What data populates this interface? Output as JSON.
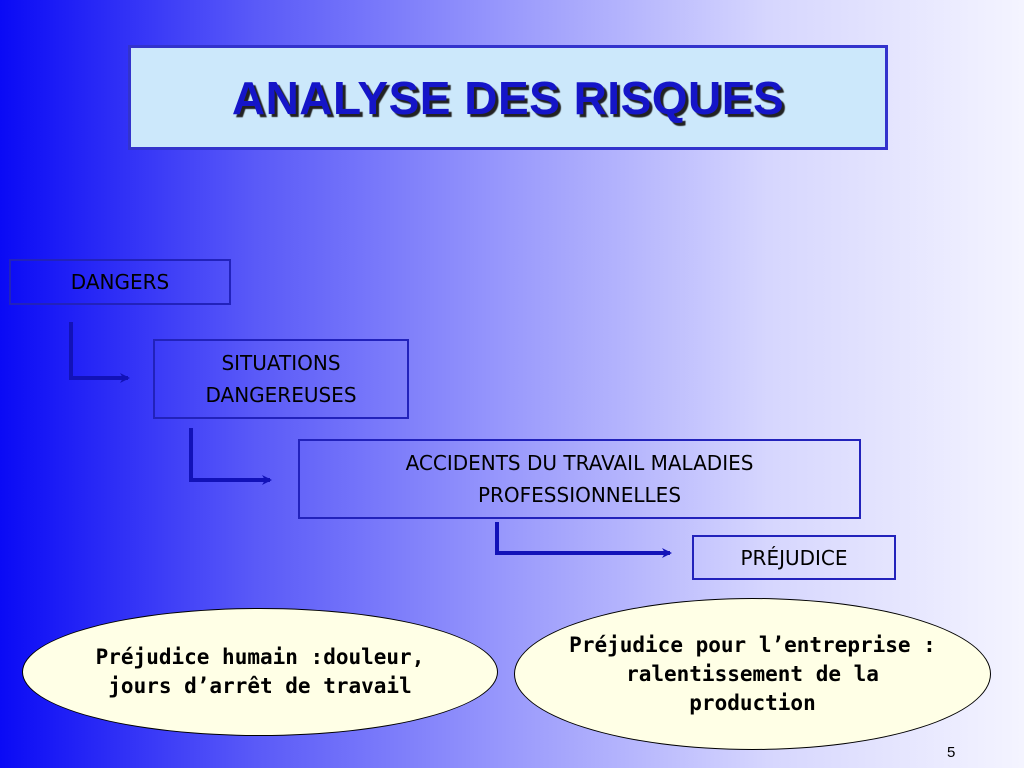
{
  "title": "ANALYSE DES RISQUES",
  "flow": [
    {
      "label": "DANGERS"
    },
    {
      "label": "SITUATIONS DANGEREUSES"
    },
    {
      "label": "ACCIDENTS DU TRAVAIL MALADIES PROFESSIONNELLES"
    },
    {
      "label": "PRÉJUDICE"
    }
  ],
  "consequences": [
    {
      "text": "Préjudice humain :douleur, jours d’arrêt de travail"
    },
    {
      "text": "Préjudice pour l’entreprise : ralentissement de la production"
    }
  ],
  "page_number": "5"
}
